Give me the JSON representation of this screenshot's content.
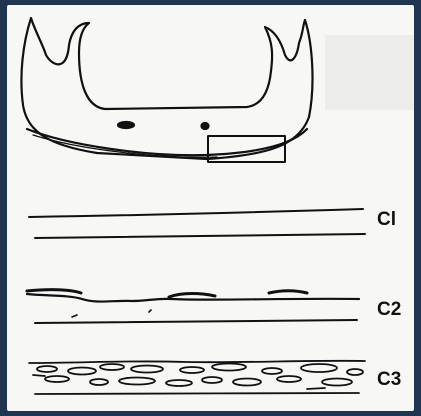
{
  "colors": {
    "frame": "#1f3550",
    "panel": "#f7f7f5",
    "ink": "#111111"
  },
  "labels": {
    "c1": "Cl",
    "c2": "C2",
    "c3": "C3"
  }
}
